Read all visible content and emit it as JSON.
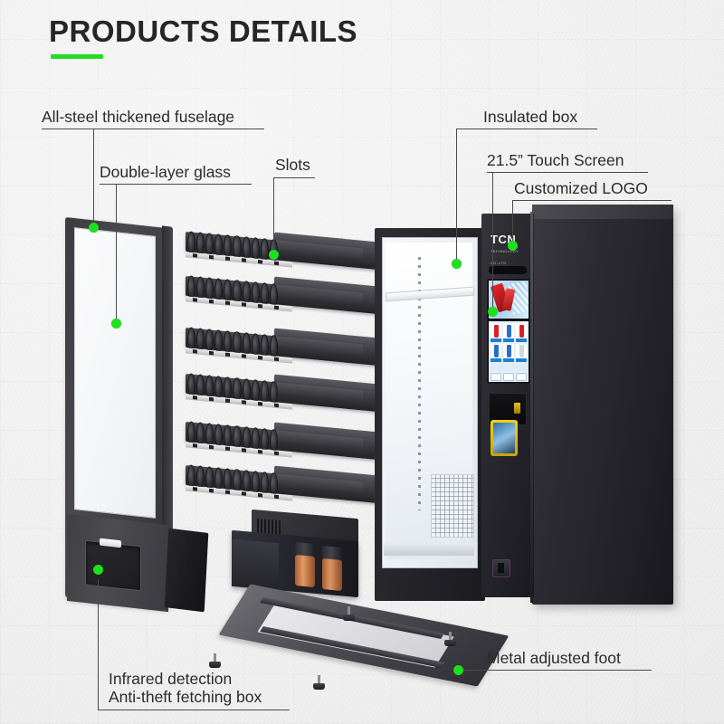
{
  "header": {
    "title": "PRODUCTS DETAILS",
    "accent_color": "#22dd22",
    "title_color": "#262626"
  },
  "background": {
    "color": "#f2f2f2",
    "grid": "faint"
  },
  "callouts": [
    {
      "id": "all-steel-fuselage",
      "label": "All-steel thickened fuselage",
      "side": "left"
    },
    {
      "id": "double-layer-glass",
      "label": "Double-layer glass",
      "side": "left"
    },
    {
      "id": "slots",
      "label": "Slots",
      "side": "left"
    },
    {
      "id": "insulated-box",
      "label": "Insulated box",
      "side": "right"
    },
    {
      "id": "touch-screen",
      "label": "21.5” Touch Screen",
      "side": "right"
    },
    {
      "id": "customized-logo",
      "label": "Customized LOGO",
      "side": "right"
    },
    {
      "id": "infrared-detection",
      "label": "Infrared detection",
      "side": "bottom"
    },
    {
      "id": "anti-theft-box",
      "label": "Anti-theft fetching box",
      "side": "bottom"
    },
    {
      "id": "metal-adjusted-foot",
      "label": "Metal adjusted foot",
      "side": "bottom"
    }
  ],
  "machine": {
    "brand": "TCN",
    "brand_sub": "TECHNOLOGY CO.,LTD",
    "screen": {
      "products": [
        {
          "color": "#d8202a"
        },
        {
          "color": "#2a6fc4"
        },
        {
          "color": "#d8202a"
        },
        {
          "color": "#2a6fc4"
        },
        {
          "color": "#2a6fc4"
        },
        {
          "color": "#cfd8de"
        }
      ]
    }
  },
  "shelves": {
    "count": 6,
    "coils_per_shelf": 10
  },
  "base_frame": {
    "feet": 4
  }
}
